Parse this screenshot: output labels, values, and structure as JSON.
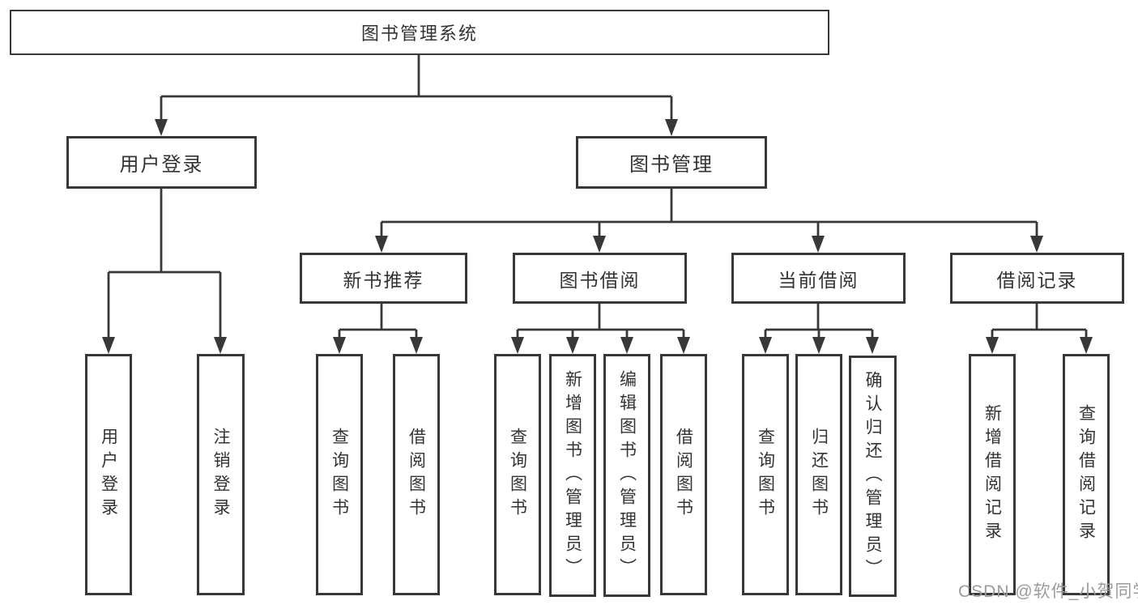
{
  "tree": {
    "label": "图书管理系统",
    "children": [
      {
        "label": "用户登录",
        "children": [
          {
            "label": "用户登录"
          },
          {
            "label": "注销登录"
          }
        ]
      },
      {
        "label": "图书管理",
        "children": [
          {
            "label": "新书推荐",
            "children": [
              {
                "label": "查询图书"
              },
              {
                "label": "借阅图书"
              }
            ]
          },
          {
            "label": "图书借阅",
            "children": [
              {
                "label": "查询图书"
              },
              {
                "label": "新增图书（管理员）"
              },
              {
                "label": "编辑图书（管理员）"
              },
              {
                "label": "借阅图书"
              }
            ]
          },
          {
            "label": "当前借阅",
            "children": [
              {
                "label": "查询图书"
              },
              {
                "label": "归还图书"
              },
              {
                "label": "确认归还（管理员）"
              }
            ]
          },
          {
            "label": "借阅记录",
            "children": [
              {
                "label": "新增借阅记录"
              },
              {
                "label": "查询借阅记录"
              }
            ]
          }
        ]
      }
    ]
  },
  "watermark": "CSDN @软件_小贺同学",
  "colors": {
    "line": "#383838",
    "box_border": "#383838",
    "text": "#333333",
    "watermark": "#9c9c9c",
    "background": "#ffffff"
  }
}
